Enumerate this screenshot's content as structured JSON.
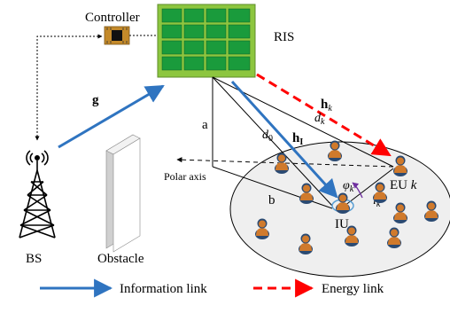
{
  "labels": {
    "controller": "Controller",
    "ris": "RIS",
    "bs": "BS",
    "obstacle": "Obstacle",
    "polar_axis": "Polar axis",
    "iu": "IU",
    "eu": "EU",
    "eu_index": "k",
    "g": "g",
    "h": "h",
    "h_k_sub": "k",
    "h_i_sub": "I",
    "d": "d",
    "d_k_sub": "k",
    "d_0_sub": "0",
    "a": "a",
    "b": "b",
    "phi": "φ",
    "phi_sub": "k",
    "l": "l",
    "l_sub": "k"
  },
  "legend": {
    "information": "Information link",
    "energy": "Energy link"
  },
  "colors": {
    "information_link": "#2f74c0",
    "energy_link": "#ff0000",
    "ris_frame": "#8dc63f",
    "ris_cell": "#1a9b3c",
    "user_fill": "#d07a2c",
    "user_dark": "#2b4a72",
    "area_fill": "#efefef",
    "phi_arc": "#7030a0"
  },
  "icons": {
    "controller": "chip-icon",
    "bs": "tower-icon",
    "user": "person-icon",
    "obstacle": "wall-icon"
  }
}
